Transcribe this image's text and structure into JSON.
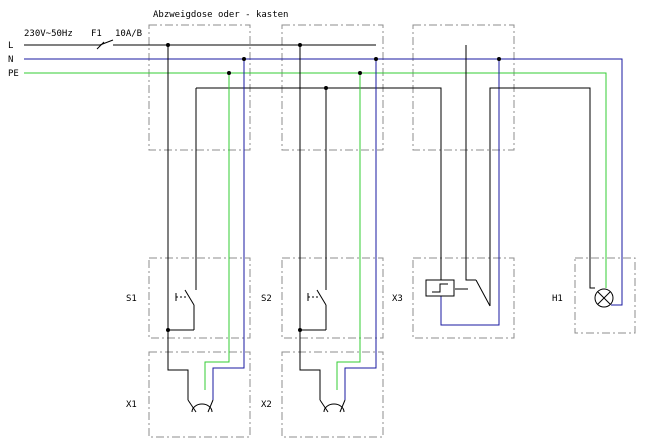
{
  "title": "Abzweigdose oder - kasten",
  "supply": {
    "voltage": "230V~50Hz",
    "fuse_label": "F1",
    "fuse_rating": "10A/B"
  },
  "conductors": {
    "l": "L",
    "n": "N",
    "pe": "PE"
  },
  "devices": {
    "s1": "S1",
    "s2": "S2",
    "x3": "X3",
    "h1": "H1",
    "x1": "X1",
    "x2": "X2"
  },
  "colors": {
    "phase": "#000000",
    "neutral": "#1a1aa0",
    "earth": "#33cc33",
    "box_border": "#8c8c8c",
    "background": "#ffffff"
  }
}
